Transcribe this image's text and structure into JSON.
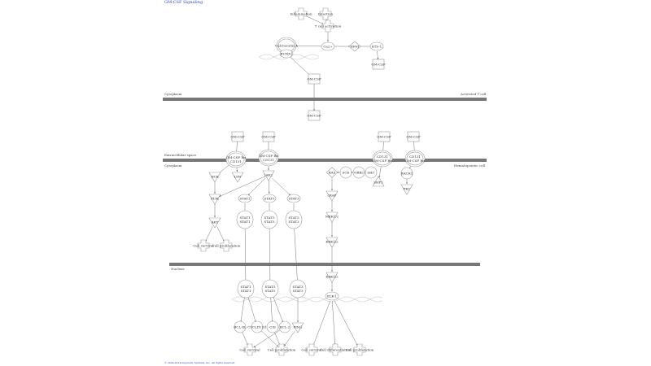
{
  "title": "GM-CSF Signaling",
  "footer": "© 2000-2014 Ingenuity Systems, Inc. All rights reserved.",
  "compartments": {
    "cytoplasm_top": "Cytoplasm",
    "activated_t_cell": "Activated T cell",
    "extracellular": "Extracellular space",
    "cytoplasm_mid": "Cytoplasm",
    "hematopoietic_cell": "Hematopoietic cell",
    "nucleus": "Nucleus"
  },
  "nodes": [
    {
      "id": "inflam",
      "label": "Inflammation",
      "shape": "cross"
    },
    {
      "id": "infect",
      "label": "Infection",
      "shape": "cross"
    },
    {
      "id": "tact",
      "label": "T cell activation",
      "shape": "cross"
    },
    {
      "id": "ca",
      "label": "Ca2+",
      "shape": "ellipse"
    },
    {
      "id": "calc",
      "label": "Calcineurin A",
      "shape": "complex"
    },
    {
      "id": "runx",
      "label": "RUNX1",
      "shape": "ellipse"
    },
    {
      "id": "nfat",
      "label": "NFAT",
      "shape": "diamond"
    },
    {
      "id": "ets",
      "label": "ETS-1",
      "shape": "ellipse"
    },
    {
      "id": "gm_t3",
      "label": "GM-CSF",
      "shape": "rect"
    },
    {
      "id": "gm_t1",
      "label": "GM-CSF",
      "shape": "rect"
    },
    {
      "id": "gm_t2",
      "label": "GM-CSF",
      "shape": "rect"
    },
    {
      "id": "gm_a",
      "label": "GM-CSF",
      "shape": "rect"
    },
    {
      "id": "gm_b",
      "label": "GM-CSF",
      "shape": "rect"
    },
    {
      "id": "gm_c",
      "label": "GM-CSF",
      "shape": "rect"
    },
    {
      "id": "gm_d",
      "label": "GM-CSF",
      "shape": "rect"
    },
    {
      "id": "rec_a",
      "label": "GM-CSF Rα / CD131",
      "shape": "complex"
    },
    {
      "id": "rec_b",
      "label": "GM-CSF Rα / CD131",
      "shape": "complex"
    },
    {
      "id": "rec_c",
      "label": "CD131 / GM-CSF Rα",
      "shape": "complex"
    },
    {
      "id": "rec_d",
      "label": "CD131 / GM-CSF Rα",
      "shape": "complex"
    },
    {
      "id": "hck",
      "label": "HCK",
      "shape": "tri"
    },
    {
      "id": "lyn",
      "label": "LYN",
      "shape": "tri"
    },
    {
      "id": "jak2",
      "label": "JAK2",
      "shape": "tri"
    },
    {
      "id": "pi3k",
      "label": "PI3K",
      "shape": "tri"
    },
    {
      "id": "akt",
      "label": "AKT",
      "shape": "tri"
    },
    {
      "id": "surv1",
      "label": "Cell survival",
      "shape": "cross"
    },
    {
      "id": "prol1",
      "label": "Cell proliferation",
      "shape": "cross"
    },
    {
      "id": "stat1",
      "label": "STAT1",
      "shape": "ellipse"
    },
    {
      "id": "stat5",
      "label": "STAT5",
      "shape": "ellipse"
    },
    {
      "id": "stat3",
      "label": "STAT3",
      "shape": "ellipse"
    },
    {
      "id": "d1",
      "label": "STAT1 / STAT1",
      "shape": "dimer"
    },
    {
      "id": "d5",
      "label": "STAT5 / STAT5",
      "shape": "dimer"
    },
    {
      "id": "d3",
      "label": "STAT3 / STAT3",
      "shape": "dimer"
    },
    {
      "id": "ras",
      "label": "RAS",
      "shape": "diamond"
    },
    {
      "id": "sos",
      "label": "SOS",
      "shape": "circle"
    },
    {
      "id": "grb2",
      "label": "GRB2",
      "shape": "circle"
    },
    {
      "id": "shc",
      "label": "SHC",
      "shape": "circle"
    },
    {
      "id": "shp2",
      "label": "SHP2",
      "shape": "triup"
    },
    {
      "id": "rack1",
      "label": "RACK1",
      "shape": "circle"
    },
    {
      "id": "pkc",
      "label": "PKC",
      "shape": "tri"
    },
    {
      "id": "craf",
      "label": "cRAF",
      "shape": "tri"
    },
    {
      "id": "mek",
      "label": "MEK1/2",
      "shape": "tri"
    },
    {
      "id": "erk",
      "label": "ERK1/2",
      "shape": "tri"
    },
    {
      "id": "nd1",
      "label": "STAT1 / STAT1",
      "shape": "dimer"
    },
    {
      "id": "nd5",
      "label": "STAT5 / STAT5",
      "shape": "dimer"
    },
    {
      "id": "nd3",
      "label": "STAT3 / STAT3",
      "shape": "dimer"
    },
    {
      "id": "nerk",
      "label": "ERK1/2",
      "shape": "tri"
    },
    {
      "id": "elk",
      "label": "ELK-1",
      "shape": "ellipse"
    },
    {
      "id": "bclxl",
      "label": "BCL-XL",
      "shape": "circle"
    },
    {
      "id": "cycd",
      "label": "CYCLIN D1",
      "shape": "circle"
    },
    {
      "id": "cis",
      "label": "CIS",
      "shape": "circle"
    },
    {
      "id": "bcl2",
      "label": "BCL-2",
      "shape": "circle"
    },
    {
      "id": "pim",
      "label": "PIM1",
      "shape": "tri"
    },
    {
      "id": "surv2",
      "label": "Cell survival",
      "shape": "cross"
    },
    {
      "id": "prol2",
      "label": "Cell proliferation",
      "shape": "cross"
    },
    {
      "id": "surv3",
      "label": "Cell survival",
      "shape": "cross"
    },
    {
      "id": "diff3",
      "label": "Cell differentiation",
      "shape": "cross"
    },
    {
      "id": "prol3",
      "label": "Cell proliferation",
      "shape": "cross"
    }
  ],
  "edges": [
    [
      "inflam",
      "tact"
    ],
    [
      "infect",
      "tact"
    ],
    [
      "tact",
      "ca"
    ],
    [
      "ca",
      "calc"
    ],
    [
      "ca",
      "nfat"
    ],
    [
      "nfat",
      "ets"
    ],
    [
      "ets",
      "gm_t3"
    ],
    [
      "runx",
      "gm_t1"
    ],
    [
      "gm_t1",
      "gm_t2"
    ],
    [
      "gm_a",
      "rec_a"
    ],
    [
      "gm_b",
      "rec_b"
    ],
    [
      "rec_a",
      "hck"
    ],
    [
      "rec_a",
      "lyn"
    ],
    [
      "rec_b",
      "jak2"
    ],
    [
      "hck",
      "pi3k"
    ],
    [
      "jak2",
      "pi3k"
    ],
    [
      "jak2",
      "stat1"
    ],
    [
      "jak2",
      "stat5"
    ],
    [
      "jak2",
      "stat3"
    ],
    [
      "pi3k",
      "akt"
    ],
    [
      "akt",
      "surv1"
    ],
    [
      "akt",
      "prol1"
    ],
    [
      "stat1",
      "d1"
    ],
    [
      "stat5",
      "d5"
    ],
    [
      "stat3",
      "d3"
    ],
    [
      "d1",
      "nd1"
    ],
    [
      "d5",
      "nd5"
    ],
    [
      "d3",
      "nd3"
    ],
    [
      "gm_c",
      "rec_c"
    ],
    [
      "gm_d",
      "rec_d"
    ],
    [
      "rec_c",
      "shp2"
    ],
    [
      "shc",
      "grb2"
    ],
    [
      "grb2",
      "sos"
    ],
    [
      "sos",
      "ras"
    ],
    [
      "rec_d",
      "rack1"
    ],
    [
      "rack1",
      "pkc"
    ],
    [
      "ras",
      "craf"
    ],
    [
      "craf",
      "mek"
    ],
    [
      "mek",
      "erk"
    ],
    [
      "erk",
      "nerk"
    ],
    [
      "nerk",
      "elk"
    ],
    [
      "nd1",
      "bclxl"
    ],
    [
      "nd1",
      "cycd"
    ],
    [
      "nd5",
      "cis"
    ],
    [
      "nd5",
      "bcl2"
    ],
    [
      "nd3",
      "pim"
    ],
    [
      "bclxl",
      "surv2"
    ],
    [
      "bcl2",
      "surv2"
    ],
    [
      "cycd",
      "prol2"
    ],
    [
      "cis",
      "prol2"
    ],
    [
      "pim",
      "prol2"
    ],
    [
      "elk",
      "surv3"
    ],
    [
      "elk",
      "diff3"
    ],
    [
      "elk",
      "prol3"
    ]
  ]
}
